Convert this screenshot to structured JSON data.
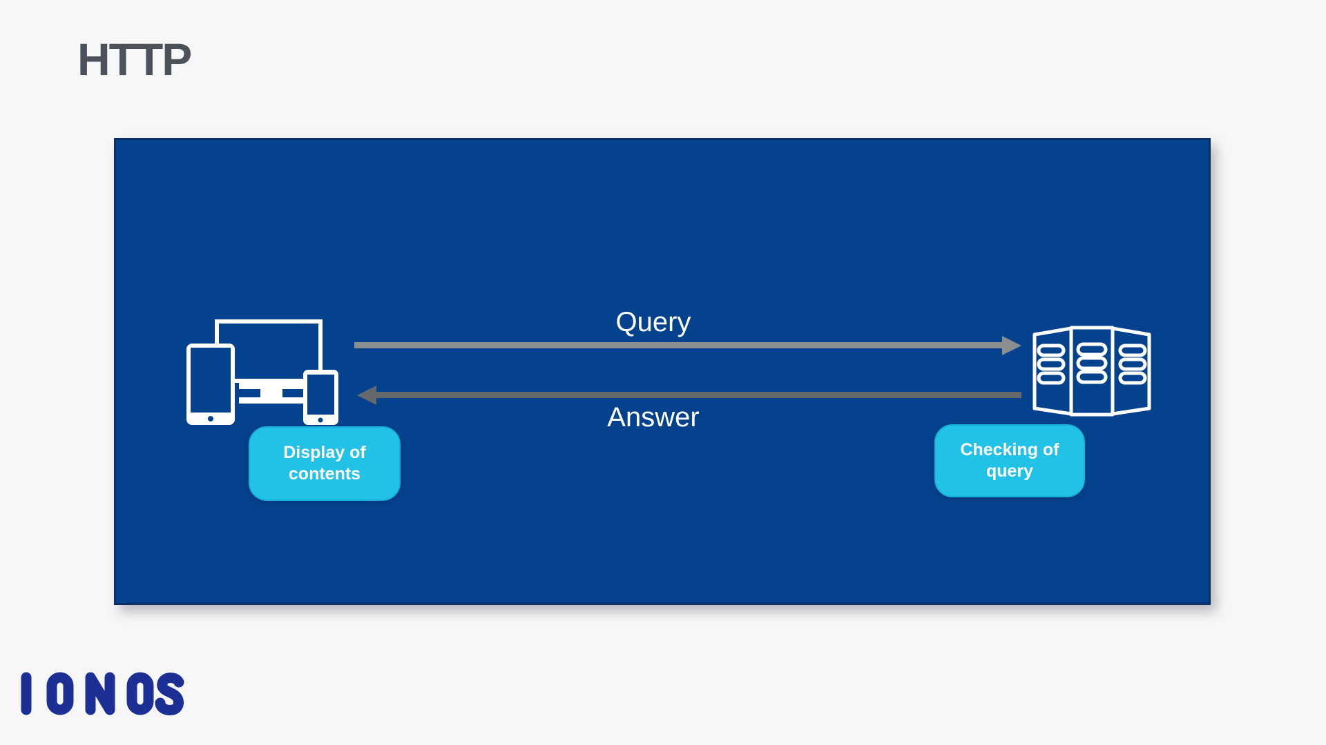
{
  "header": {
    "title": "HTTP"
  },
  "diagram": {
    "query_label": "Query",
    "answer_label": "Answer",
    "client_caption": "Display of contents",
    "server_caption": "Checking of query",
    "client_icon": "devices-icon",
    "server_icon": "server-rack-icon"
  },
  "branding": {
    "name": "IONOS"
  },
  "colors": {
    "page-bg": "#f7f7f8",
    "title-color": "#4b525a",
    "panel-bg": "#04428e",
    "panel-border": "#0c2f66",
    "white": "#ffffff",
    "cyan": "#22c1e6",
    "cyan-border": "#17b0d6",
    "query-arrow": "#8b8e91",
    "answer-arrow": "#65696c",
    "ionos-blue": "#1c2f94"
  }
}
